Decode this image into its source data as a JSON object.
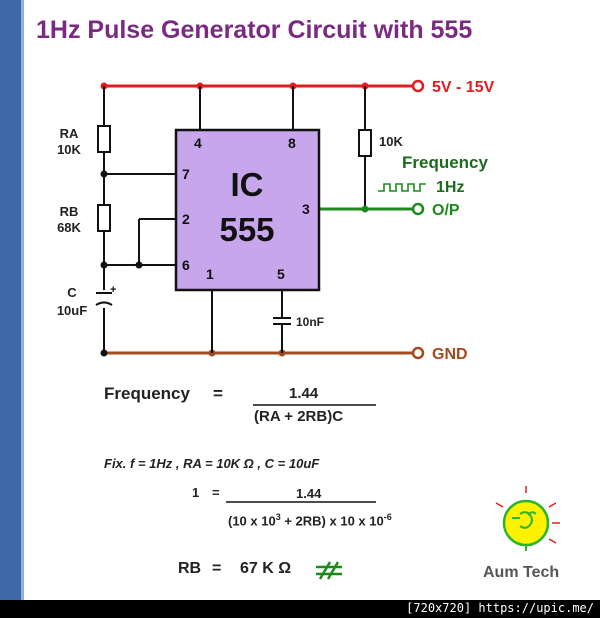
{
  "title": "1Hz Pulse Generator Circuit with 555",
  "supply_label": "5V - 15V",
  "gnd_label": "GND",
  "output_label": "O/P",
  "frequency_label": "Frequency",
  "frequency_value": "1Hz",
  "ic": {
    "line1": "IC",
    "line2": "555"
  },
  "pins": {
    "p1": "1",
    "p2": "2",
    "p3": "3",
    "p4": "4",
    "p5": "5",
    "p6": "6",
    "p7": "7",
    "p8": "8"
  },
  "components": {
    "ra_name": "RA",
    "ra_value": "10K",
    "rb_name": "RB",
    "rb_value": "68K",
    "c_name": "C",
    "c_value": "10uF",
    "r_out_value": "10K",
    "c5_value": "10nF"
  },
  "formula": {
    "lhs": "Frequency",
    "equals": "=",
    "numerator": "1.44",
    "denominator": "(RA + 2RB)C"
  },
  "fix_line": "Fix. f = 1Hz , RA = 10K Ω , C = 10uF",
  "formula2": {
    "lhs": "1",
    "equals": "=",
    "numerator": "1.44",
    "den_a": "(10 x 10",
    "den_exp1": "3",
    "den_b": "+ 2RB) x 10 x 10",
    "den_exp2": "-6"
  },
  "result": {
    "lhs": "RB",
    "equals": "=",
    "value": "67 K Ω"
  },
  "brand": "Aum Tech",
  "footer_note": "[720x720] https://upic.me/",
  "colors": {
    "supply": "#e21c1c",
    "gnd": "#a34a1e",
    "output": "#1e8a1e",
    "ic_fill": "#c7a6ec",
    "title": "#7a2a82",
    "brand_icon": "#2bb52b"
  }
}
